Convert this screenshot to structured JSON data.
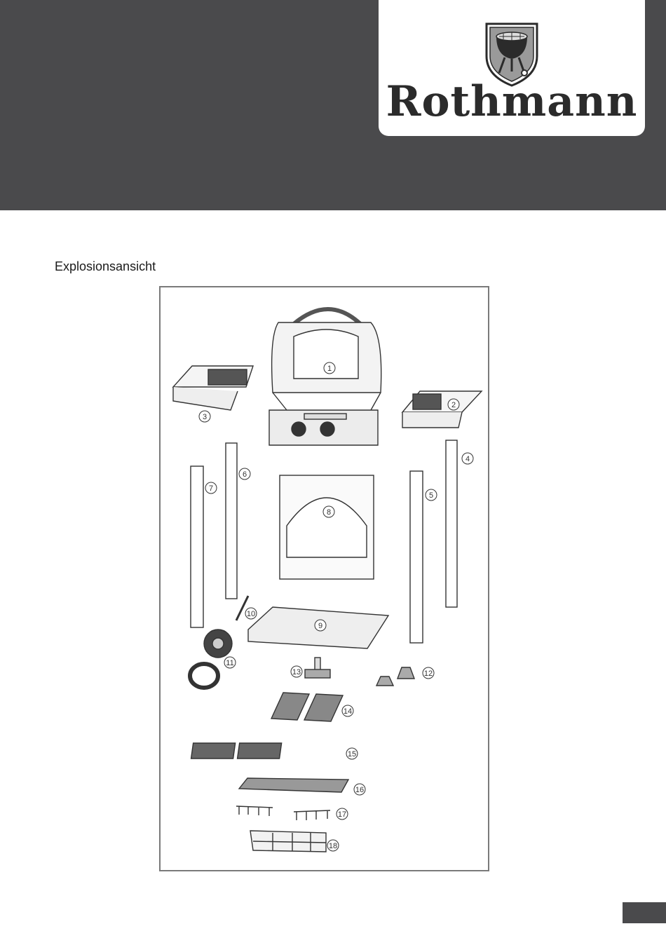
{
  "header": {
    "brand": "Rothmann",
    "logo_icon": "kettle-grill-shield-icon",
    "band_color": "#4a4a4c"
  },
  "section": {
    "title": "Explosionsansicht"
  },
  "diagram": {
    "parts": [
      {
        "number": "1"
      },
      {
        "number": "2"
      },
      {
        "number": "3"
      },
      {
        "number": "4"
      },
      {
        "number": "5"
      },
      {
        "number": "6"
      },
      {
        "number": "7"
      },
      {
        "number": "8"
      },
      {
        "number": "9"
      },
      {
        "number": "10"
      },
      {
        "number": "11"
      },
      {
        "number": "12"
      },
      {
        "number": "13"
      },
      {
        "number": "14"
      },
      {
        "number": "15"
      },
      {
        "number": "16"
      },
      {
        "number": "17"
      },
      {
        "number": "18"
      }
    ]
  }
}
